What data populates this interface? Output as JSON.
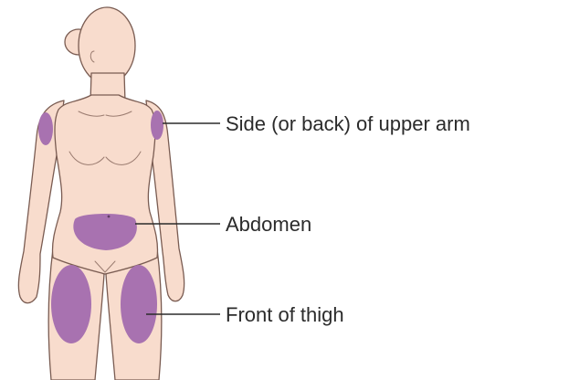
{
  "colors": {
    "skin": "#f8dccd",
    "hair": "#f8dccd",
    "outline": "#7a5c52",
    "injection_site": "#a872b0",
    "label_text": "#2b2b2b"
  },
  "labels": {
    "upper_arm": "Side (or back) of upper arm",
    "abdomen": "Abdomen",
    "thigh": "Front of thigh"
  }
}
